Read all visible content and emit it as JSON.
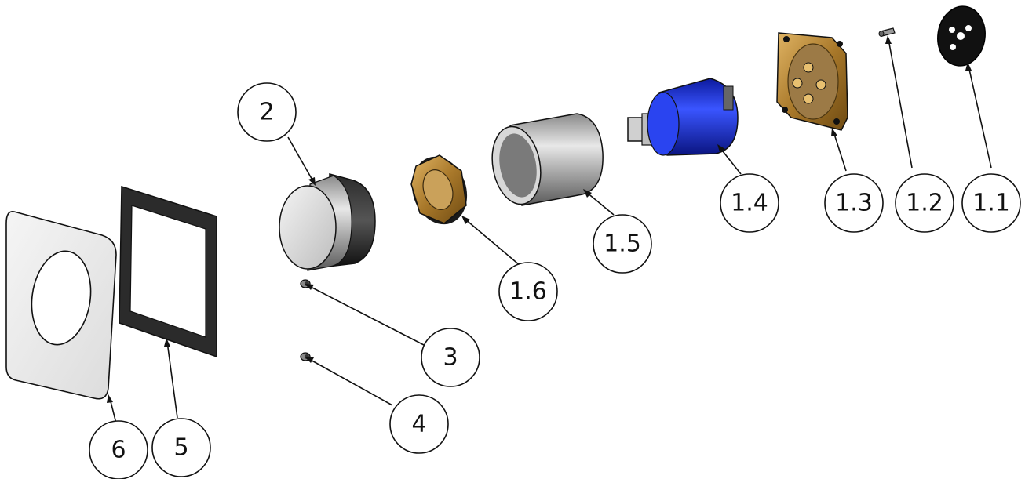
{
  "callouts": {
    "c2": "2",
    "c3": "3",
    "c4": "4",
    "c5": "5",
    "c6": "6",
    "c1_1": "1.1",
    "c1_2": "1.2",
    "c1_3": "1.3",
    "c1_4": "1.4",
    "c1_5": "1.5",
    "c1_6": "1.6"
  },
  "colors": {
    "cartridge_blue": "#1a2fd6",
    "brass": "#b8862e",
    "gasket_black": "#111111",
    "chrome": "#c9c9c9",
    "cover_plate": "#ededed"
  }
}
